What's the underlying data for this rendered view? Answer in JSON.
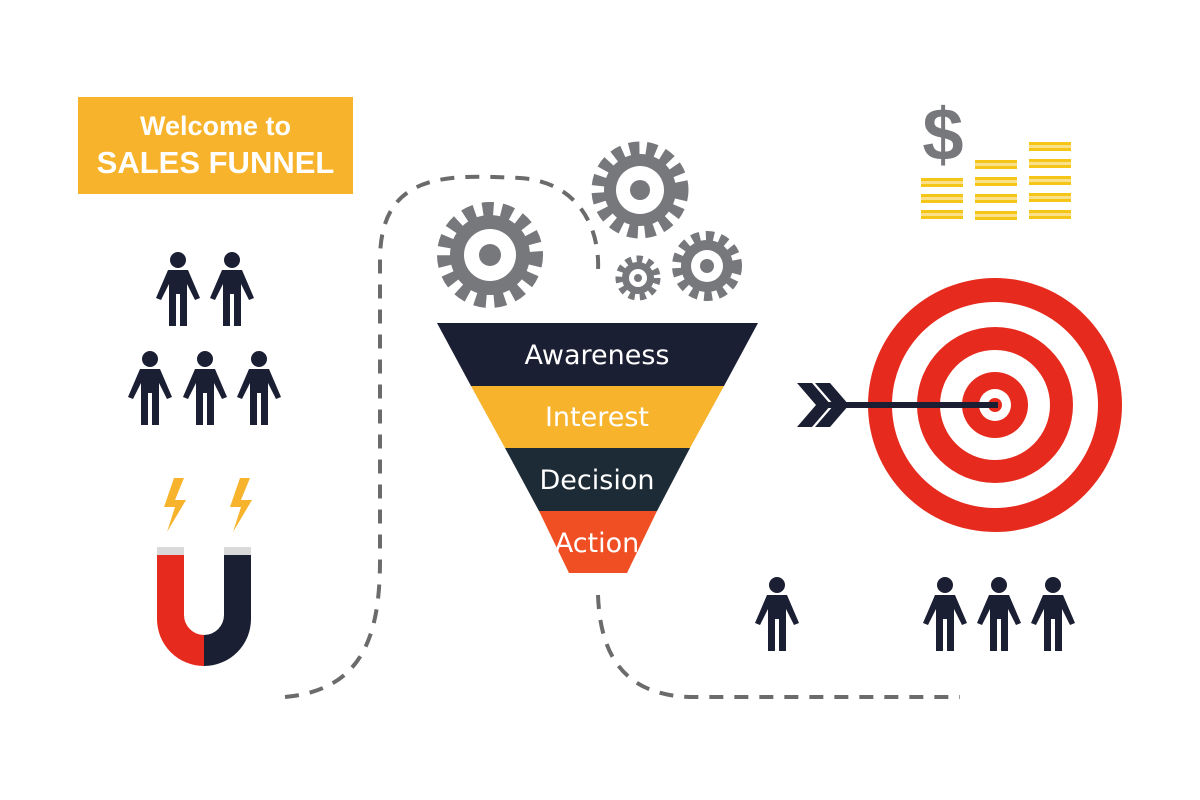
{
  "banner": {
    "line1": "Welcome to",
    "line2": "SALES FUNNEL"
  },
  "funnel": {
    "stages": [
      {
        "label": "Awareness",
        "color": "#1b1f33",
        "text_color": "#ffffff"
      },
      {
        "label": "Interest",
        "color": "#f7b32b",
        "text_color": "#ffffff"
      },
      {
        "label": "Decision",
        "color": "#1d2b36",
        "text_color": "#ffffff"
      },
      {
        "label": "Action",
        "color": "#f04e23",
        "text_color": "#ffffff"
      }
    ]
  },
  "icons": {
    "dollar_sign": "$",
    "gears": [
      "gear-icon",
      "gear-icon",
      "gear-icon",
      "gear-icon"
    ],
    "coin_stacks": "coin-stack-icon",
    "magnet": "magnet-icon",
    "lightning": "lightning-icon",
    "target": "target-icon",
    "arrow": "arrow-icon",
    "person": "person-icon"
  },
  "colors": {
    "dark": "#1b1f33",
    "yellow": "#f7b32b",
    "gold": "#f5c518",
    "red": "#e62b1e",
    "gray": "#77787c",
    "path": "#6b6b6b"
  }
}
